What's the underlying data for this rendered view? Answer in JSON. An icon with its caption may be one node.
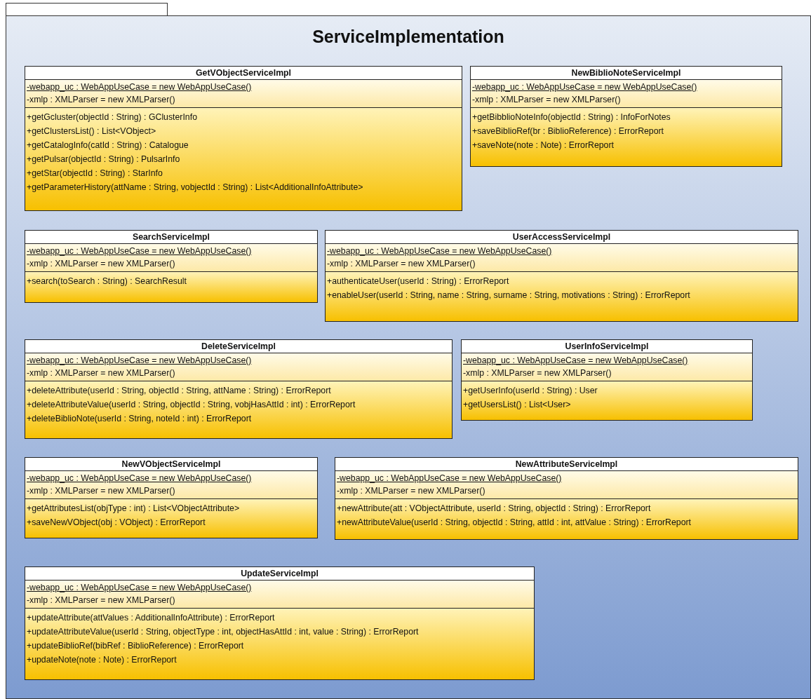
{
  "diagram": {
    "nodes": [
      {
        "text": [
          "ServiceImplementation"
        ]
      },
      {
        "text": [
          "GetVObjectServiceImpl",
          "-webapp_uc : WebAppUseCase = new WebAppUseCase()",
          "-xmlp : XMLParser = new XMLParser()",
          "+getGcluster(objectId : String) : GClusterInfo",
          "+getClustersList() : List<VObject>",
          "+getCatalogInfo(catId : String) : Catalogue",
          "+getPulsar(objectId : String) : PulsarInfo",
          "+getStar(objectId : String) : StarInfo",
          "+getParameterHistory(attName : String, vobjectId : String) : List<AdditionalInfoAttribute>"
        ],
        "in": 0
      },
      {
        "text": [
          "NewBiblioNoteServiceImpl",
          "-webapp_uc : WebAppUseCase = new WebAppUseCase()",
          "-xmlp : XMLParser = new XMLParser()",
          "+getBibblioNoteInfo(objectId : String) : InfoForNotes",
          "+saveBiblioRef(br : BiblioReference) : ErrorReport",
          "+saveNote(note : Note) : ErrorReport"
        ],
        "in": 0
      },
      {
        "text": [
          "SearchServiceImpl",
          "-webapp_uc : WebAppUseCase = new WebAppUseCase()",
          "-xmlp : XMLParser = new XMLParser()",
          "+search(toSearch : String) : SearchResult"
        ],
        "in": 0
      },
      {
        "text": [
          "UserAccessServiceImpl",
          "-webapp_uc : WebAppUseCase = new WebAppUseCase()",
          "-xmlp : XMLParser = new XMLParser()",
          "+authenticateUser(userId : String) : ErrorReport",
          "+enableUser(userId : String, name : String, surname : String, motivations : String) : ErrorReport"
        ],
        "in": 0
      },
      {
        "text": [
          "DeleteServiceImpl",
          "-webapp_uc : WebAppUseCase = new WebAppUseCase()",
          "-xmlp : XMLParser = new XMLParser()",
          "+deleteAttribute(userId : String, objectId : String, attName : String) : ErrorReport",
          "+deleteAttributeValue(userId : String, objectId : String, vobjHasAttId : int) : ErrorReport",
          "+deleteBiblioNote(userId : String, noteId : int) : ErrorReport"
        ],
        "in": 0
      },
      {
        "text": [
          "UserInfoServiceImpl",
          "-webapp_uc : WebAppUseCase = new WebAppUseCase()",
          "-xmlp : XMLParser = new XMLParser()",
          "+getUserInfo(userId : String) : User",
          "+getUsersList() : List<User>"
        ],
        "in": 0
      },
      {
        "text": [
          "NewVObjectServiceImpl",
          "-webapp_uc : WebAppUseCase = new WebAppUseCase()",
          "-xmlp : XMLParser = new XMLParser()",
          "+getAttributesList(objType : int) : List<VObjectAttribute>",
          "+saveNewVObject(obj : VObject) : ErrorReport"
        ],
        "in": 0
      },
      {
        "text": [
          "NewAttributeServiceImpl",
          "-webapp_uc : WebAppUseCase = new WebAppUseCase()",
          "-xmlp : XMLParser = new XMLParser()",
          "+newAttribute(att : VObjectAttribute, userId : String, objectId : String) : ErrorReport",
          "+newAttributeValue(userId : String, objectId : String, attId : int, attValue : String) : ErrorReport"
        ],
        "in": 0
      },
      {
        "text": [
          "UpdateServiceImpl",
          "-webapp_uc : WebAppUseCase = new WebAppUseCase()",
          "-xmlp : XMLParser = new XMLParser()",
          "+updateAttribute(attValues : AdditionalInfoAttribute) : ErrorReport",
          "+updateAttributeValue(userId : String, objectType : int, objectHasAttId : int, value : String) : ErrorReport",
          "+updateBiblioRef(bibRef : BiblioReference) : ErrorReport",
          "+updateNote(note : Note) : ErrorReport"
        ],
        "in": 0
      }
    ]
  }
}
